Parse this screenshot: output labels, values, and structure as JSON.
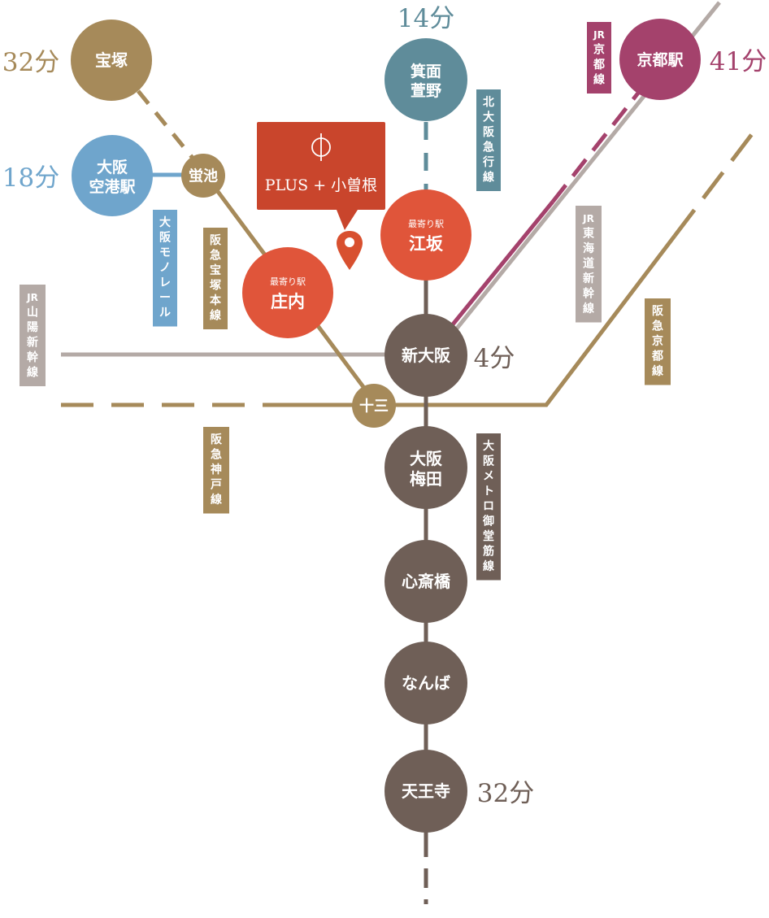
{
  "colors": {
    "midosuji": "#6f5f57",
    "hankyu": "#a68a5a",
    "monorail": "#6fa5cc",
    "kitakyu": "#5f8c9a",
    "jr_grey": "#b4aaa6",
    "jr_kyoto": "#a4426c",
    "nearest": "#e0553a",
    "callout": "#c9452c"
  },
  "callout": {
    "brand": "PLUS + 小曽根",
    "logo_icon": "phi-logo-icon",
    "pin_icon": "map-pin-icon"
  },
  "stations": [
    {
      "id": "takarazuka",
      "name": "宝塚",
      "color": "hankyu",
      "time": "32分"
    },
    {
      "id": "itami-airport",
      "name": "大阪\n空港駅",
      "color": "monorail",
      "time": "18分"
    },
    {
      "id": "hotarugaike",
      "name": "蛍池",
      "color": "hankyu"
    },
    {
      "id": "shonai",
      "pre": "最寄り駅",
      "name": "庄内",
      "color": "nearest"
    },
    {
      "id": "minoh-kayano",
      "name": "箕面\n萱野",
      "color": "kitakyu",
      "time": "14分"
    },
    {
      "id": "esaka",
      "pre": "最寄り駅",
      "name": "江坂",
      "color": "nearest"
    },
    {
      "id": "kyoto",
      "name": "京都駅",
      "color": "jr_kyoto",
      "time": "41分"
    },
    {
      "id": "shin-osaka",
      "name": "新大阪",
      "color": "midosuji",
      "time": "4分"
    },
    {
      "id": "juso",
      "name": "十三",
      "color": "hankyu"
    },
    {
      "id": "umeda",
      "name": "大阪\n梅田",
      "color": "midosuji"
    },
    {
      "id": "shinsaibashi",
      "name": "心斎橋",
      "color": "midosuji"
    },
    {
      "id": "namba",
      "name": "なんば",
      "color": "midosuji"
    },
    {
      "id": "tennoji",
      "name": "天王寺",
      "color": "midosuji",
      "time": "32分"
    }
  ],
  "line_labels": [
    {
      "id": "kitakyu",
      "lines": [
        "北",
        "大",
        "阪",
        "急",
        "行",
        "線"
      ],
      "color": "kitakyu"
    },
    {
      "id": "jr-kyoto",
      "lines": [
        "JR",
        "京",
        "都",
        "線"
      ],
      "color": "jr_kyoto"
    },
    {
      "id": "monorail",
      "lines": [
        "大",
        "阪",
        "モ",
        "ノ",
        "レ",
        "ー",
        "ル"
      ],
      "color": "monorail"
    },
    {
      "id": "hankyu-takarazuka",
      "lines": [
        "阪",
        "急",
        "宝",
        "塚",
        "本",
        "線"
      ],
      "color": "hankyu"
    },
    {
      "id": "jr-tokaido-shinkansen",
      "lines": [
        "JR",
        "東",
        "海",
        "道",
        "新",
        "幹",
        "線"
      ],
      "color": "jr_grey"
    },
    {
      "id": "jr-sanyo-shinkansen",
      "lines": [
        "JR",
        "山",
        "陽",
        "新",
        "幹",
        "線"
      ],
      "color": "jr_grey"
    },
    {
      "id": "hankyu-kyoto",
      "lines": [
        "阪",
        "急",
        "京",
        "都",
        "線"
      ],
      "color": "hankyu"
    },
    {
      "id": "hankyu-kobe",
      "lines": [
        "阪",
        "急",
        "神",
        "戸",
        "線"
      ],
      "color": "hankyu"
    },
    {
      "id": "midosuji",
      "lines": [
        "大",
        "阪",
        "メ",
        "ト",
        "ロ",
        "御",
        "堂",
        "筋",
        "線"
      ],
      "color": "midosuji"
    }
  ]
}
